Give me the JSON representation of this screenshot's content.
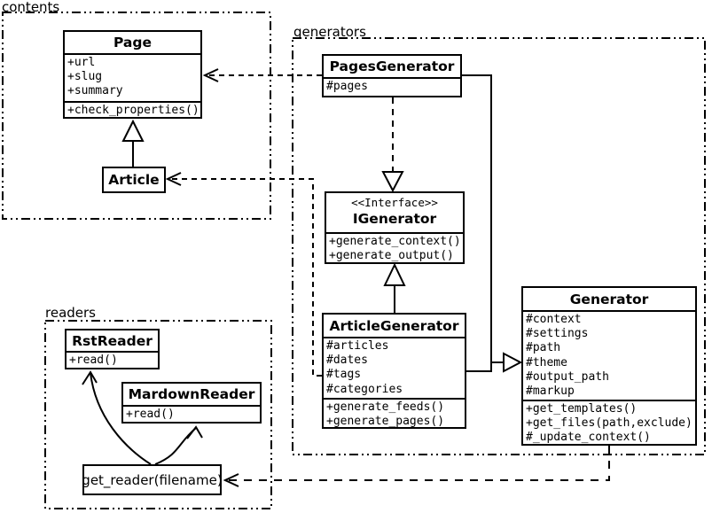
{
  "packages": {
    "contents": {
      "label": "contents"
    },
    "generators": {
      "label": "generators"
    },
    "readers": {
      "label": "readers"
    }
  },
  "classes": {
    "page": {
      "title": "Page",
      "attributes": [
        "+url",
        "+slug",
        "+summary"
      ],
      "methods": [
        "+check_properties()"
      ]
    },
    "article": {
      "title": "Article"
    },
    "pages_generator": {
      "title": "PagesGenerator",
      "attributes": [
        "#pages"
      ]
    },
    "igenerator": {
      "stereotype": "<<Interface>>",
      "title": "IGenerator",
      "methods": [
        "+generate_context()",
        "+generate_output()"
      ]
    },
    "article_generator": {
      "title": "ArticleGenerator",
      "attributes": [
        "#articles",
        "#dates",
        "#tags",
        "#categories"
      ],
      "methods": [
        "+generate_feeds()",
        "+generate_pages()"
      ]
    },
    "generator": {
      "title": "Generator",
      "attributes": [
        "#context",
        "#settings",
        "#path",
        "#theme",
        "#output_path",
        "#markup"
      ],
      "methods": [
        "+get_templates()",
        "+get_files(path,exclude)",
        "#_update_context()"
      ]
    },
    "rst_reader": {
      "title": "RstReader",
      "methods": [
        "+read()"
      ]
    },
    "mardown_reader": {
      "title": "MardownReader",
      "methods": [
        "+read()"
      ]
    },
    "get_reader": {
      "label": "get_reader(filename)"
    }
  },
  "colors": {
    "line": "#000000",
    "background": "#ffffff",
    "box_fill": "#ffffff"
  }
}
